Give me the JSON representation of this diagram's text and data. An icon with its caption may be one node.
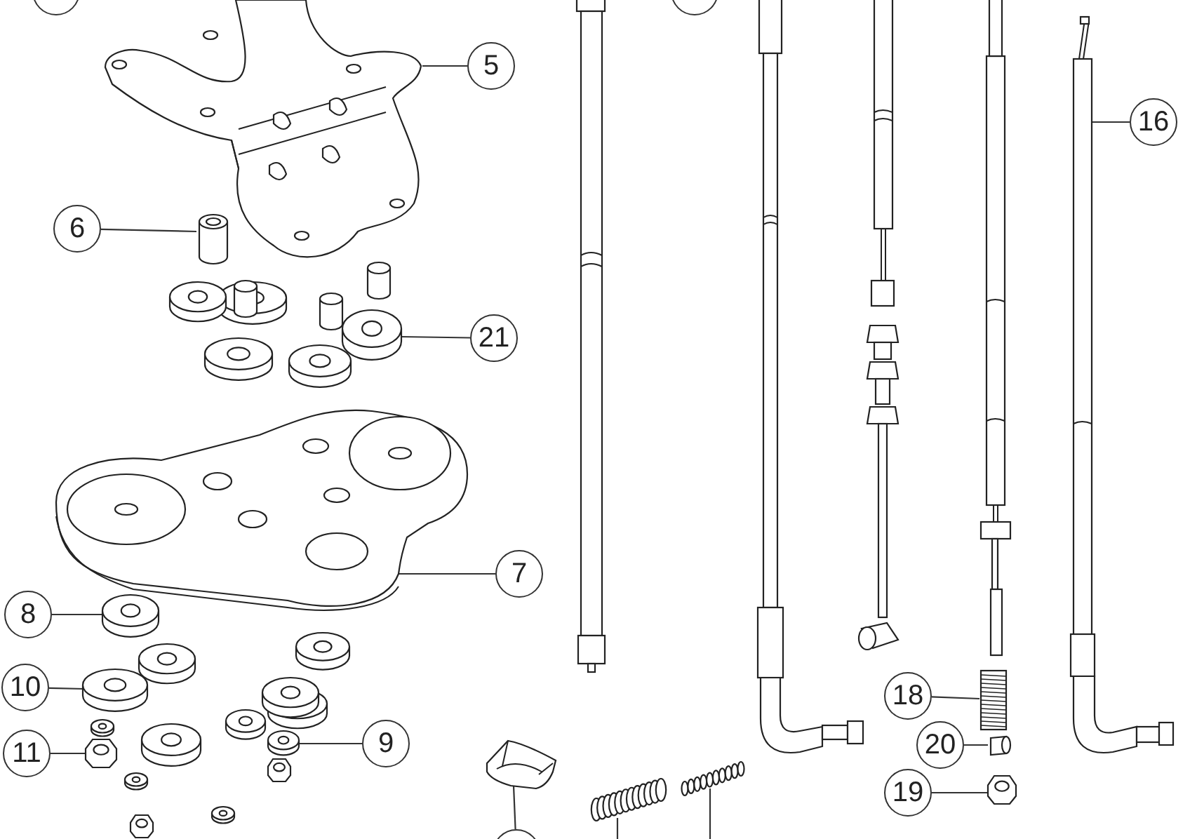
{
  "diagram": {
    "nodes": [
      {
        "text": [],
        "shape": "circle"
      },
      {
        "text": [],
        "shape": "circle"
      },
      {
        "text": [
          "5"
        ]
      },
      {
        "text": [],
        "shape": "picture"
      },
      {
        "text": [
          "6"
        ]
      },
      {
        "text": [],
        "shape": "cylinder"
      },
      {
        "text": [
          "21"
        ]
      },
      {
        "text": [],
        "shape": "picture"
      },
      {
        "text": [
          "16"
        ]
      },
      {
        "text": [],
        "shape": "picture"
      },
      {
        "text": [
          "7"
        ]
      },
      {
        "text": [],
        "shape": "picture"
      },
      {
        "text": [
          "8"
        ]
      },
      {
        "text": [],
        "shape": "picture"
      },
      {
        "text": [
          "18"
        ]
      },
      {
        "text": [],
        "shape": "picture"
      },
      {
        "text": [
          "10"
        ]
      },
      {
        "text": [],
        "shape": "picture"
      },
      {
        "text": [
          "20"
        ]
      },
      {
        "text": [],
        "shape": "cylinder"
      },
      {
        "text": [
          "9"
        ]
      },
      {
        "text": [],
        "shape": "picture"
      },
      {
        "text": [
          "11"
        ]
      },
      {
        "text": [],
        "shape": "picture"
      },
      {
        "text": [
          "19"
        ]
      },
      {
        "text": [],
        "shape": "picture"
      },
      {
        "text": [],
        "shape": "picture"
      },
      {
        "text": [],
        "shape": "circle"
      },
      {
        "text": [],
        "shape": "picture"
      },
      {
        "text": [],
        "shape": "picture"
      }
    ],
    "edges": [
      {
        "from": 2,
        "to": 3,
        "arrow": "none"
      },
      {
        "from": 4,
        "to": 5,
        "arrow": "none"
      },
      {
        "from": 6,
        "to": 7,
        "arrow": "none"
      },
      {
        "from": 8,
        "to": 9,
        "arrow": "none"
      },
      {
        "from": 10,
        "to": 11,
        "arrow": "none"
      },
      {
        "from": 12,
        "to": 13,
        "arrow": "none"
      },
      {
        "from": 14,
        "to": 15,
        "arrow": "none"
      },
      {
        "from": 16,
        "to": 17,
        "arrow": "none"
      },
      {
        "from": 18,
        "to": 19,
        "arrow": "none"
      },
      {
        "from": 20,
        "to": 21,
        "arrow": "none"
      },
      {
        "from": 22,
        "to": 23,
        "arrow": "none"
      },
      {
        "from": 24,
        "to": 25,
        "arrow": "none"
      },
      {
        "from": 27,
        "to": 26,
        "arrow": "none"
      },
      {
        "from": 28,
        "to": null,
        "arrow": "none"
      },
      {
        "from": 29,
        "to": null,
        "arrow": "none"
      }
    ]
  }
}
